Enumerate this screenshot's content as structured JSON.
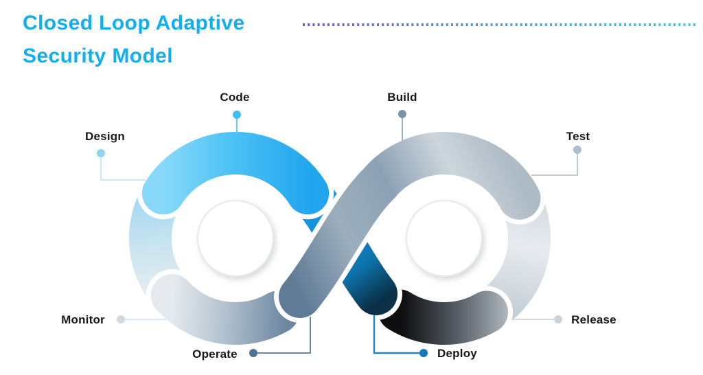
{
  "title": {
    "line1": "Closed Loop Adaptive",
    "line2": "Security Model",
    "color": "#12AEEF"
  },
  "divider": {
    "style": "dotted-line",
    "color_start": "#6E57D4",
    "color_mid": "#4E97DE",
    "color_end": "#3DC7ED"
  },
  "diagram": {
    "type": "infinity-devops-loop",
    "stages": [
      {
        "label": "Design",
        "dot_color": "#8FD4F3",
        "line_color": "#C5E7F8"
      },
      {
        "label": "Code",
        "dot_color": "#41BDF2",
        "line_color": "#6BC9F3"
      },
      {
        "label": "Build",
        "dot_color": "#7C92A5",
        "line_color": "#9FB1BF"
      },
      {
        "label": "Test",
        "dot_color": "#AEBDC8",
        "line_color": "#C2CCD4"
      },
      {
        "label": "Release",
        "dot_color": "#CBD2D8",
        "line_color": "#D5DADF"
      },
      {
        "label": "Deploy",
        "dot_color": "#1579BD",
        "line_color": "#1F85C7"
      },
      {
        "label": "Operate",
        "dot_color": "#4E7397",
        "line_color": "#6787A3"
      },
      {
        "label": "Monitor",
        "dot_color": "#CCDAE4",
        "line_color": "#DCE6EC"
      }
    ],
    "palette": {
      "code_blue_light": "#87D8F9",
      "code_blue_deep": "#21A5EE",
      "deploy_band_dark": "#0A3048",
      "design_fade": "#E9EEF2",
      "steel_band": "#5F7B96",
      "silver_light": "#E7EBEF",
      "release_black": "#0E0E10"
    }
  }
}
